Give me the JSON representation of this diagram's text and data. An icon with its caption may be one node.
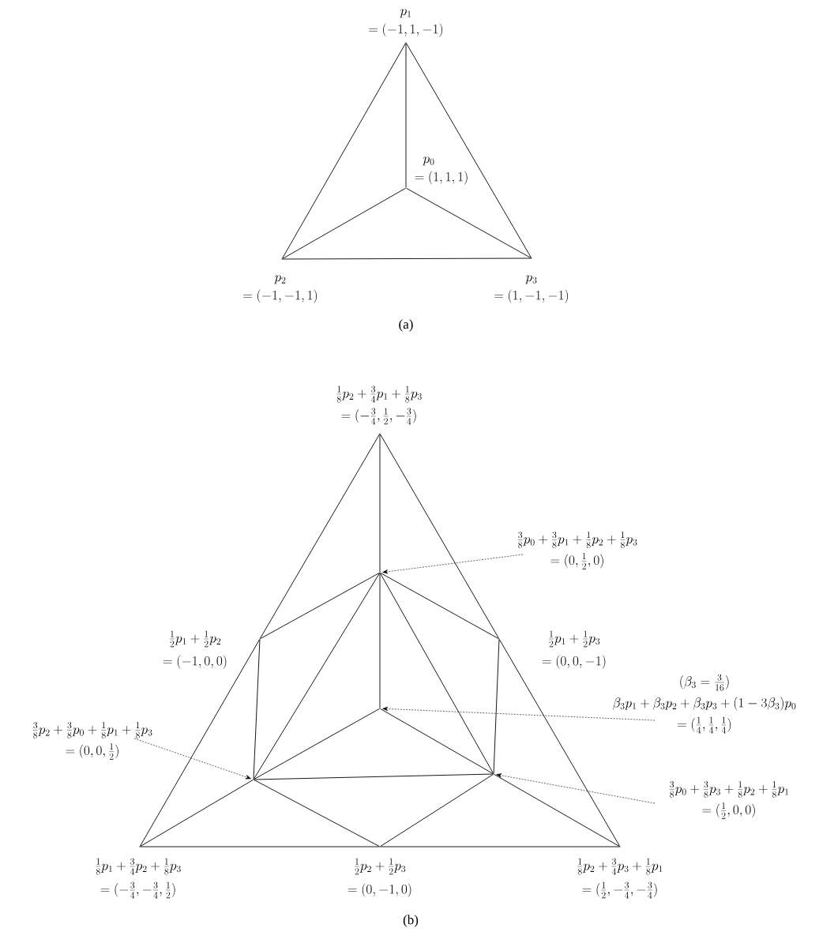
{
  "diagram": {
    "nodes": [
      {
        "text": [],
        "shape": "point",
        "beside": [
          "p_1",
          "= (-1, 1, -1)"
        ]
      },
      {
        "text": [],
        "shape": "point",
        "beside": [
          "p_0",
          "= (1, 1, 1)"
        ]
      },
      {
        "text": [],
        "shape": "point",
        "beside": [
          "p_2",
          "= (-1, -1, 1)"
        ]
      },
      {
        "text": [],
        "shape": "point",
        "beside": [
          "p_3",
          "= (1, -1, -1)"
        ]
      },
      {
        "text": [],
        "shape": "point",
        "beside": [
          "\\frac{1}{8}p_2 + \\frac{3}{4}p_1 + \\frac{1}{8}p_3",
          "= (-\\frac{3}{4}, \\frac{1}{2}, -\\frac{3}{4})"
        ]
      },
      {
        "text": [],
        "shape": "point"
      },
      {
        "text": [],
        "shape": "point",
        "beside": [
          "\\frac{1}{2}p_1 + \\frac{1}{2}p_2",
          "= (-1, 0, 0)"
        ]
      },
      {
        "text": [],
        "shape": "point",
        "beside": [
          "\\frac{1}{2}p_1 + \\frac{1}{2}p_3",
          "= (0, 0, -1)"
        ]
      },
      {
        "text": [],
        "shape": "point"
      },
      {
        "text": [],
        "shape": "point"
      },
      {
        "text": [],
        "shape": "point"
      },
      {
        "text": [],
        "shape": "point",
        "beside": [
          "\\frac{1}{8}p_1 + \\frac{3}{4}p_2 + \\frac{1}{8}p_3",
          "= (-\\frac{3}{4}, -\\frac{3}{4}, \\frac{1}{2})"
        ]
      },
      {
        "text": [],
        "shape": "point",
        "beside": [
          "\\frac{1}{2}p_2 + \\frac{1}{2}p_3",
          "= (0, -1, 0)"
        ]
      },
      {
        "text": [],
        "shape": "point",
        "beside": [
          "\\frac{1}{8}p_2 + \\frac{3}{4}p_3 + \\frac{1}{8}p_1",
          "= (\\frac{1}{2}, -\\frac{3}{4}, -\\frac{3}{4})"
        ]
      },
      {
        "text": [
          "\\frac{3}{8}p_0 + \\frac{3}{8}p_1 + \\frac{1}{8}p_2 + \\frac{1}{8}p_3",
          "= (0, \\frac{1}{2}, 0)"
        ]
      },
      {
        "text": [
          "(\\beta_3 = \\frac{3}{16})",
          "\\beta_3 p_1 + \\beta_3 p_2 + \\beta_3 p_3 + (1 - 3\\beta_3) p_0",
          "= (\\frac{1}{4}, \\frac{1}{4}, \\frac{1}{4})"
        ]
      },
      {
        "text": [
          "\\frac{3}{8}p_2 + \\frac{3}{8}p_0 + \\frac{1}{8}p_1 + \\frac{1}{8}p_3",
          "= (0, 0, \\frac{1}{2})"
        ]
      },
      {
        "text": [
          "\\frac{3}{8}p_0 + \\frac{3}{8}p_3 + \\frac{1}{8}p_2 + \\frac{1}{8}p_1",
          "= (\\frac{1}{2}, 0, 0)"
        ]
      }
    ],
    "edges": [
      {
        "from": 0,
        "to": 2,
        "arrow": "none"
      },
      {
        "from": 0,
        "to": 3,
        "arrow": "none"
      },
      {
        "from": 2,
        "to": 3,
        "arrow": "none"
      },
      {
        "from": 1,
        "to": 0,
        "arrow": "none"
      },
      {
        "from": 1,
        "to": 2,
        "arrow": "none"
      },
      {
        "from": 1,
        "to": 3,
        "arrow": "none"
      },
      {
        "from": 4,
        "to": 6,
        "arrow": "none"
      },
      {
        "from": 6,
        "to": 11,
        "arrow": "none"
      },
      {
        "from": 4,
        "to": 7,
        "arrow": "none"
      },
      {
        "from": 7,
        "to": 13,
        "arrow": "none"
      },
      {
        "from": 11,
        "to": 12,
        "arrow": "none"
      },
      {
        "from": 12,
        "to": 13,
        "arrow": "none"
      },
      {
        "from": 4,
        "to": 5,
        "arrow": "none"
      },
      {
        "from": 5,
        "to": 8,
        "arrow": "none"
      },
      {
        "from": 5,
        "to": 6,
        "arrow": "none"
      },
      {
        "from": 5,
        "to": 7,
        "arrow": "none"
      },
      {
        "from": 5,
        "to": 9,
        "arrow": "none"
      },
      {
        "from": 5,
        "to": 10,
        "arrow": "none"
      },
      {
        "from": 6,
        "to": 9,
        "arrow": "none"
      },
      {
        "from": 7,
        "to": 10,
        "arrow": "none"
      },
      {
        "from": 8,
        "to": 9,
        "arrow": "none"
      },
      {
        "from": 8,
        "to": 10,
        "arrow": "none"
      },
      {
        "from": 9,
        "to": 10,
        "arrow": "none"
      },
      {
        "from": 9,
        "to": 11,
        "arrow": "none"
      },
      {
        "from": 9,
        "to": 12,
        "arrow": "none"
      },
      {
        "from": 10,
        "to": 12,
        "arrow": "none"
      },
      {
        "from": 10,
        "to": 13,
        "arrow": "none"
      },
      {
        "from": 14,
        "to": 5,
        "arrow": "to",
        "style": "dashed"
      },
      {
        "from": 15,
        "to": 8,
        "arrow": "to",
        "style": "dashed"
      },
      {
        "from": 16,
        "to": 9,
        "arrow": "to",
        "style": "dashed"
      },
      {
        "from": 17,
        "to": 10,
        "arrow": "to",
        "style": "dashed"
      }
    ],
    "labels": [
      "(a)",
      "(b)"
    ]
  }
}
